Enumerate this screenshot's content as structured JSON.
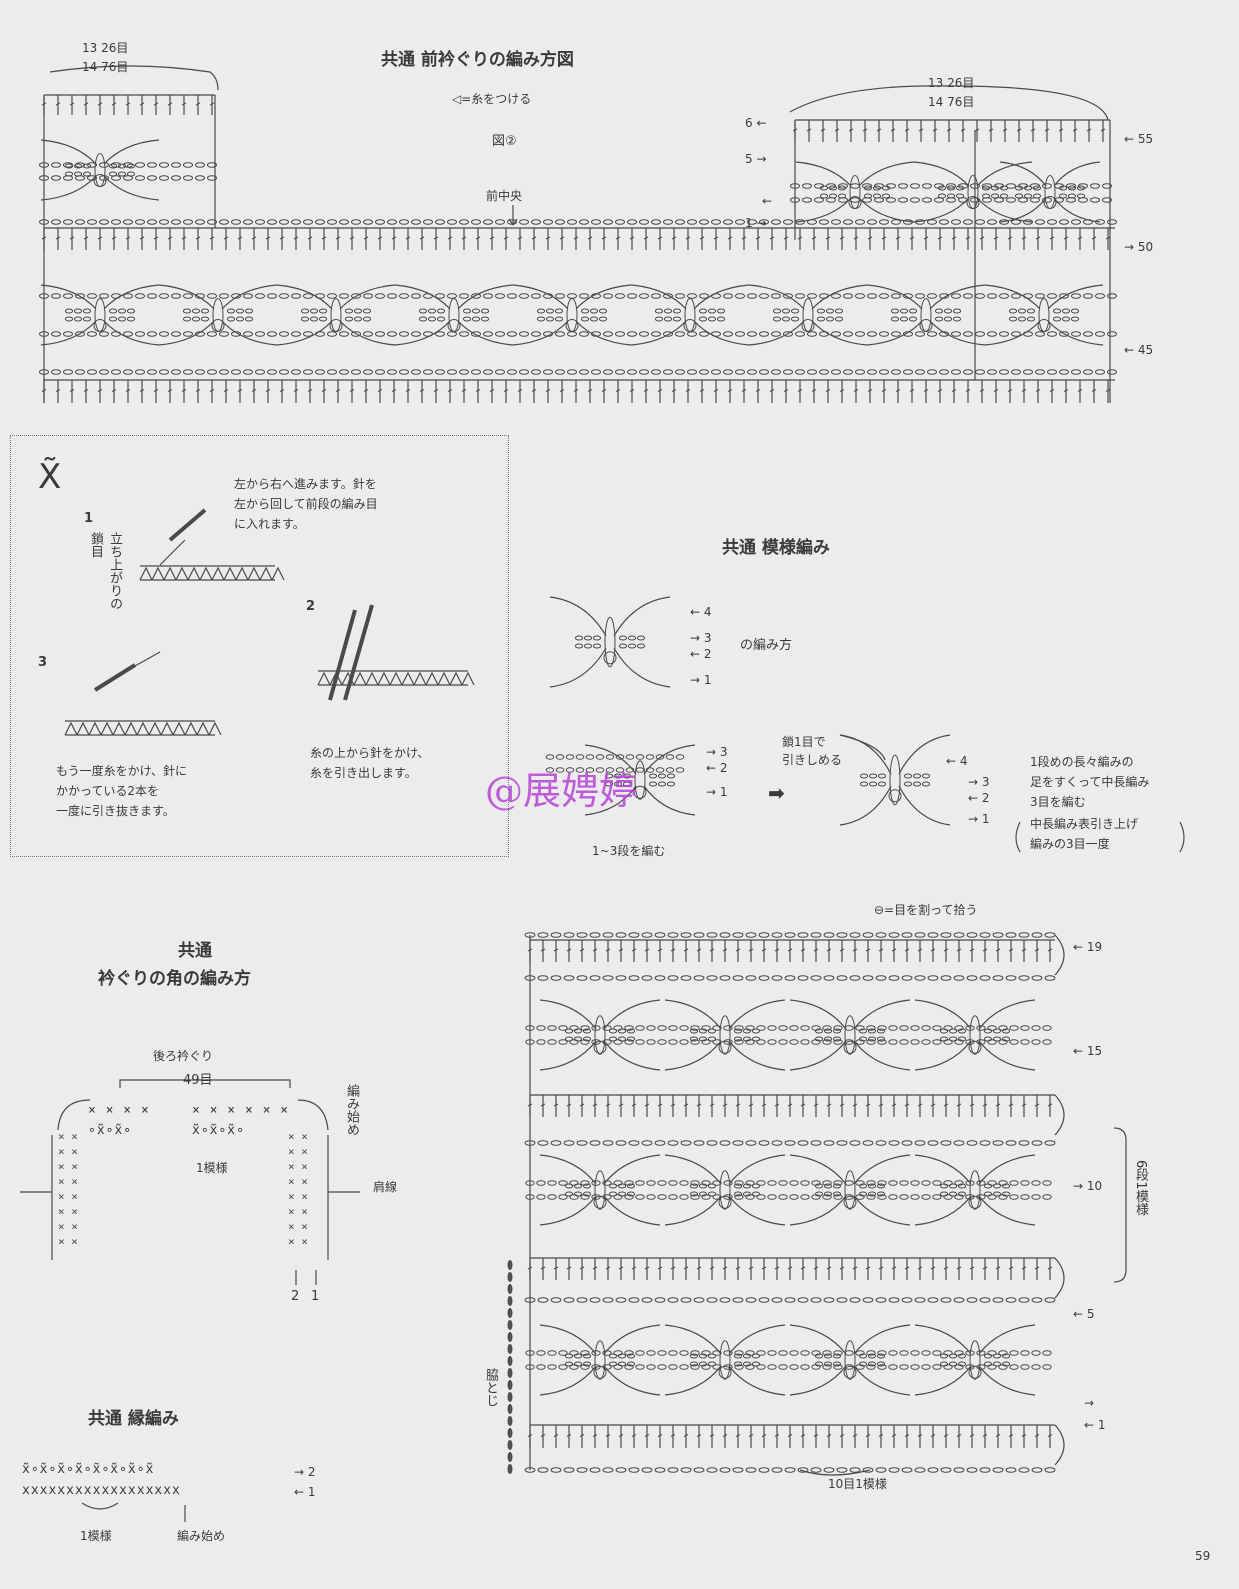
{
  "front_neckline": {
    "title": "共通 前衿ぐりの編み方図",
    "yarn_note": "◁=糸をつける",
    "figure_label": "図②",
    "center_label": "前中央",
    "left_counts": [
      "13 26目",
      "14 76目"
    ],
    "right_counts": [
      "13 26目",
      "14 76目"
    ],
    "right_rows": [
      "← 55",
      "→ 50",
      "← 45"
    ],
    "left_rows": [
      "6 ←",
      "5 →",
      "←",
      "1 →"
    ]
  },
  "stitch_box": {
    "symbol": "X̃",
    "intro": [
      "左から右へ進みます。針を",
      "左から回して前段の編み目",
      "に入れます。"
    ],
    "step1": "1",
    "step1_label": "立ち上がりの鎖目",
    "step2": "2",
    "step3": "3",
    "step2_caption": [
      "糸の上から針をかけ、",
      "糸を引き出します。"
    ],
    "step3_caption": [
      "もう一度糸をかけ、針に",
      "かかっている2本を",
      "一度に引き抜きます。"
    ]
  },
  "pattern_stitch": {
    "title": "共通 模様編み",
    "how_to": "の編み方",
    "rows_upper": [
      "← 4",
      "→ 3",
      "← 2",
      "→ 1"
    ],
    "rows_lower_left": [
      "→ 3",
      "← 2",
      "→ 1"
    ],
    "caption_lower_left": "1~3段を編む",
    "chain_note": [
      "鎖1目で",
      "引きしめる"
    ],
    "rows_lower_right": [
      "← 4",
      "→ 3",
      "← 2",
      "→ 1"
    ],
    "note": [
      "1段めの長々編みの",
      "足をすくって中長編み",
      "3目を編む",
      "中長編み表引き上げ",
      "編みの3目一度"
    ]
  },
  "corner": {
    "title_line1": "共通",
    "title_line2": "衿ぐりの角の編み方",
    "back_neck": "後ろ衿ぐり",
    "back_count": "49目",
    "start_label": "編み始め",
    "shoulder_label": "肩線",
    "motif_label": "1模様",
    "row_nums": [
      "2",
      "1"
    ]
  },
  "edging": {
    "title": "共通 縁編み",
    "row2_symbols": "x̃∘x̃∘x̃∘x̃∘x̃∘x̃∘x̃∘x̃",
    "row1_symbols": "xxxxxxxxxxxxxxxxxx",
    "row_labels": [
      "→ 2",
      "← 1"
    ],
    "motif_label": "1模様",
    "start_label": "編み始め"
  },
  "large_chart": {
    "legend": "⊖=目を割って拾う",
    "rows": [
      "← 19",
      "← 15",
      "→ 10",
      "← 5",
      "→",
      "← 1"
    ],
    "repeat_label": "6段1模様",
    "side_label": "脇とじ",
    "bottom_label": "10目1模様"
  },
  "watermark": "@展娉婷",
  "page_number": "59"
}
